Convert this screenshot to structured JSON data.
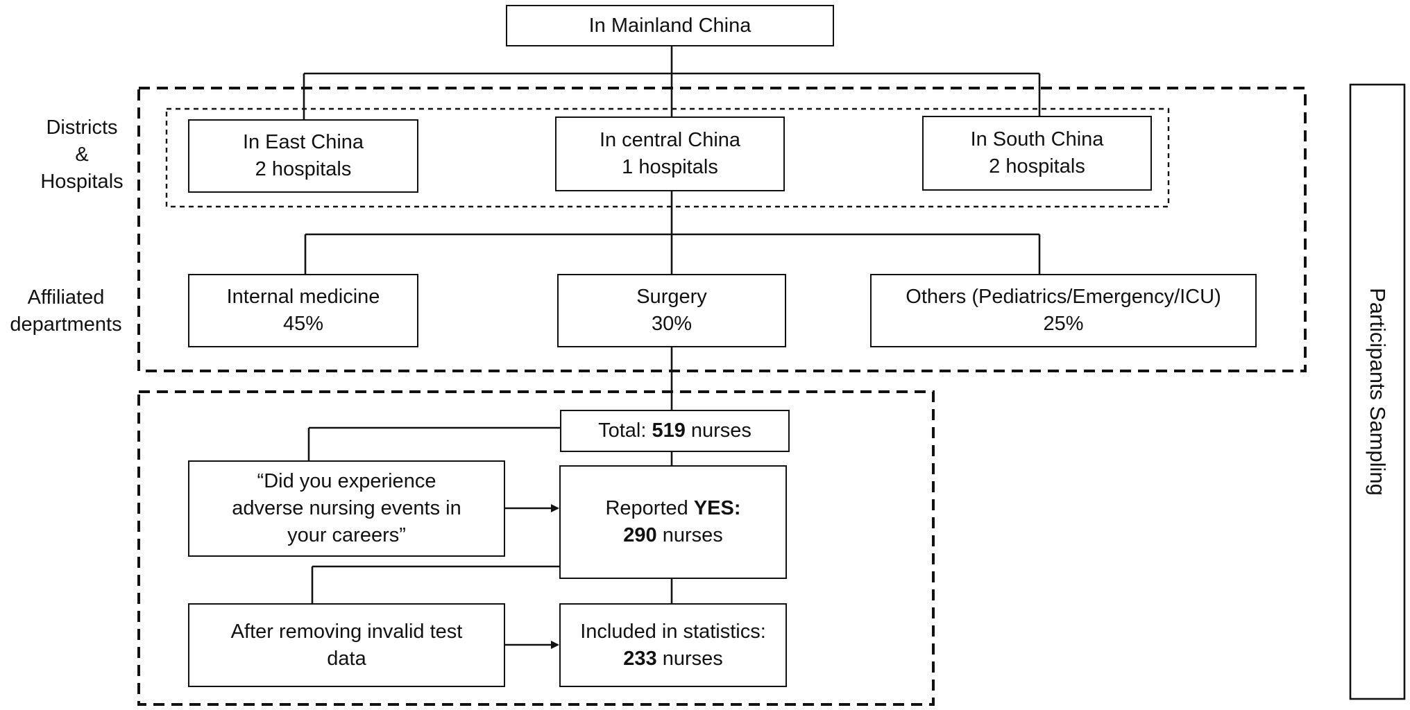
{
  "root": {
    "label": "In Mainland China"
  },
  "group_labels": {
    "districts": [
      "Districts",
      "&",
      "Hospitals"
    ],
    "departments": [
      "Affiliated",
      "departments"
    ]
  },
  "districts": [
    {
      "name": "In East China",
      "hospitals": "2 hospitals"
    },
    {
      "name": "In central China",
      "hospitals": "1 hospitals"
    },
    {
      "name": "In South China",
      "hospitals": "2 hospitals"
    }
  ],
  "departments": [
    {
      "name": "Internal medicine",
      "share": "45%"
    },
    {
      "name": "Surgery",
      "share": "30%"
    },
    {
      "name": "Others (Pediatrics/Emergency/ICU)",
      "share": "25%"
    }
  ],
  "total": {
    "prefix": "Total: ",
    "count": "519",
    "suffix": " nurses"
  },
  "question": {
    "lines": [
      "“Did you experience",
      "adverse nursing events in",
      "your careers”"
    ]
  },
  "reported": {
    "prefix": "Reported ",
    "keyword": "YES:",
    "count": "290",
    "suffix": " nurses"
  },
  "removal": {
    "lines": [
      "After removing invalid test",
      "data"
    ]
  },
  "included": {
    "label": "Included in statistics:",
    "count": "233",
    "suffix": " nurses"
  },
  "side_panel": {
    "label": "Participants Sampling"
  }
}
